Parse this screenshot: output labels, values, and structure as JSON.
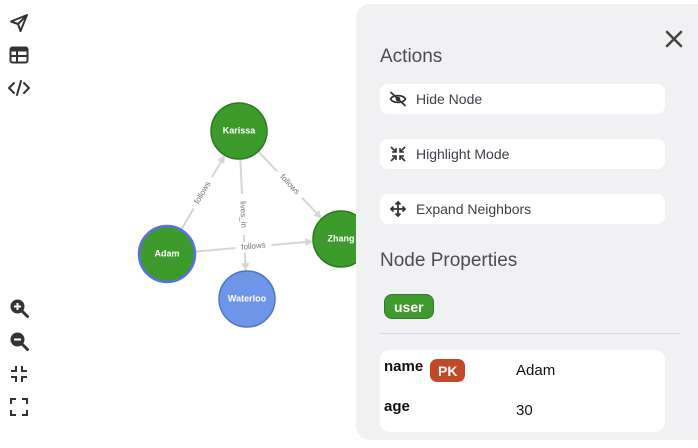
{
  "toolbar": {
    "top_icons": [
      "send-icon",
      "table-icon",
      "code-icon"
    ],
    "bottom_icons": [
      "zoom-in-icon",
      "zoom-out-icon",
      "fit-icon",
      "fullscreen-icon"
    ]
  },
  "graph": {
    "nodes": [
      {
        "id": "karissa",
        "label": "Karissa",
        "color": "#3d9b2c"
      },
      {
        "id": "adam",
        "label": "Adam",
        "color": "#3d9b2c",
        "selected": true
      },
      {
        "id": "waterloo",
        "label": "Waterloo",
        "color": "#6f95e8"
      },
      {
        "id": "zhang",
        "label": "Zhang",
        "color": "#3d9b2c"
      }
    ],
    "edges": [
      {
        "from": "adam",
        "to": "karissa",
        "label": "follows"
      },
      {
        "from": "karissa",
        "to": "waterloo",
        "label": "lives_in"
      },
      {
        "from": "karissa",
        "to": "zhang",
        "label": "follows"
      },
      {
        "from": "adam",
        "to": "zhang",
        "label": "follows"
      }
    ]
  },
  "panel": {
    "actions_title": "Actions",
    "actions": [
      {
        "label": "Hide Node",
        "icon": "eye-slash-icon"
      },
      {
        "label": "Highlight Mode",
        "icon": "highlight-icon"
      },
      {
        "label": "Expand Neighbors",
        "icon": "expand-arrows-icon"
      }
    ],
    "properties_title": "Node Properties",
    "node_label": "user",
    "properties": [
      {
        "key": "name",
        "badge": "PK",
        "value": "Adam"
      },
      {
        "key": "age",
        "badge": "",
        "value": "30"
      }
    ],
    "close_icon": "close-icon"
  },
  "colors": {
    "panel_bg": "#f1f1f4",
    "user_label": "#3f9a2f",
    "pk_badge": "#c0492a",
    "selected_ring": "#5a6fe8"
  }
}
